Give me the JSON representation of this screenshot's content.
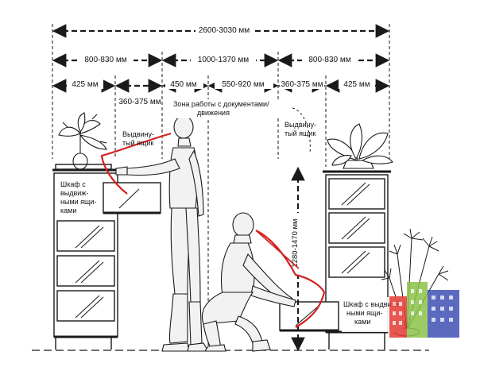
{
  "dimensions": {
    "total": "2600-3030 мм",
    "left_section": "800-830 мм",
    "middle_section": "1000-1370 мм",
    "right_section": "800-830 мм",
    "left_cabinet_depth": "425 мм",
    "left_pass": "450 мм",
    "work_zone": "550-920 мм",
    "right_pass": "360-375 мм",
    "right_cabinet_depth": "425 мм",
    "left_drawer_reach": "360-375 мм",
    "vertical_reach": "1280-1470 мм"
  },
  "labels": {
    "work_zone_line1": "Зона работы с документами/",
    "work_zone_line2": "движения",
    "drawer_left_line1": "Выдвину-",
    "drawer_left_line2": "тый ящик",
    "drawer_right_line1": "Выдвину-",
    "drawer_right_line2": "тый ящик",
    "cabinet_left_line1": "Шкаф с",
    "cabinet_left_line2": "выдвиж-",
    "cabinet_left_line3": "ными ящи-",
    "cabinet_left_line4": "ками",
    "cabinet_right_line1": "Шкаф с выдвиж-",
    "cabinet_right_line2": "ными ящи-",
    "cabinet_right_line3": "ками"
  },
  "colors": {
    "line": "#1a1a1a",
    "reach_arc": "#d42020",
    "logo_red": "#e53935",
    "logo_green": "#8bc34a",
    "logo_blue": "#3f51b5"
  }
}
